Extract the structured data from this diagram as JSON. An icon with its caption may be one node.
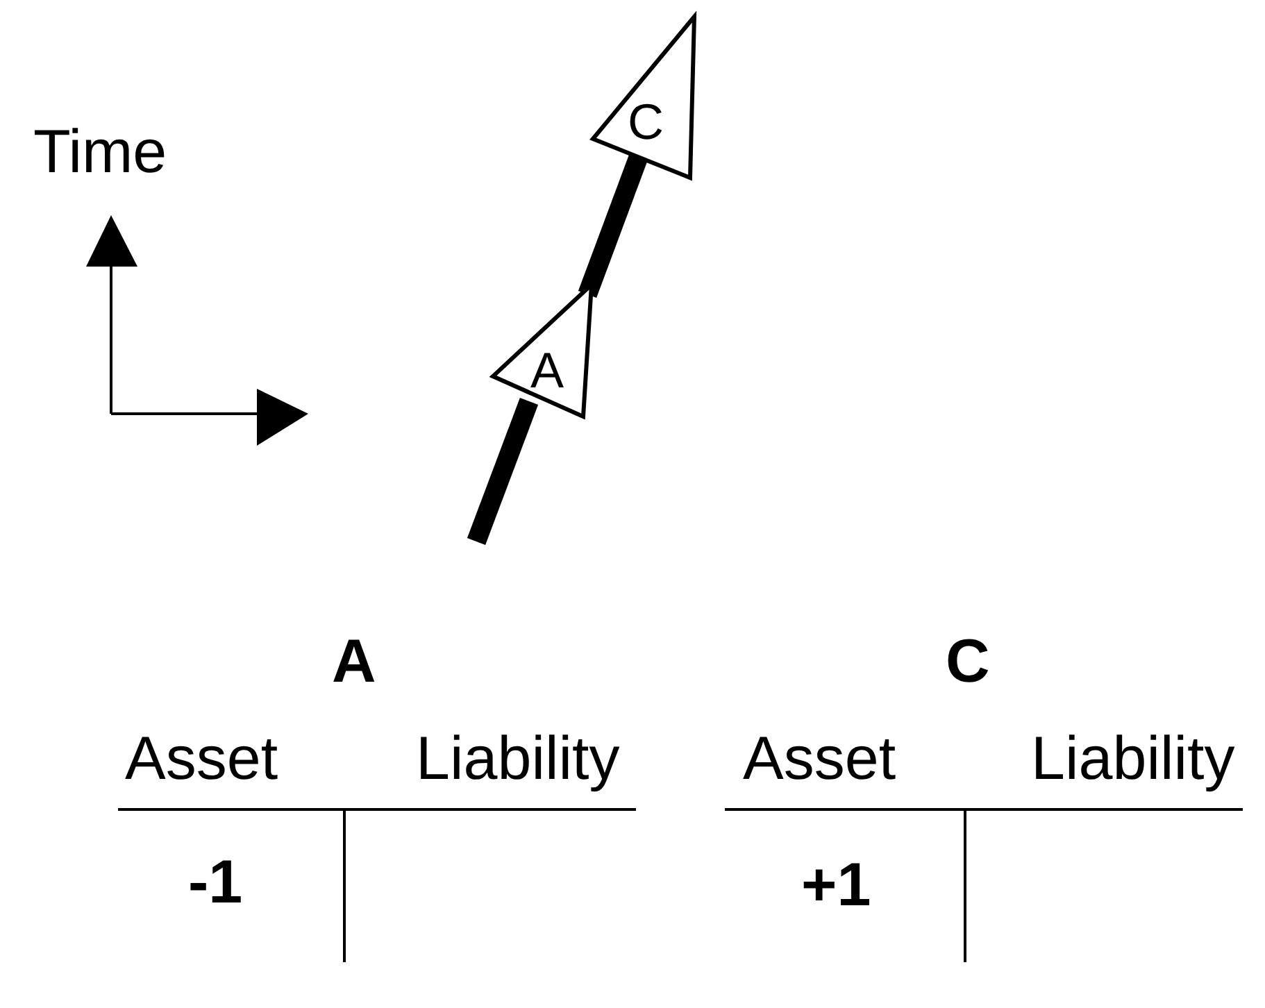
{
  "diagram": {
    "nodes": [
      {
        "text": [
          "A"
        ]
      },
      {
        "text": [
          "C"
        ]
      }
    ],
    "edges": [
      {
        "from": null,
        "to": 0,
        "arrow": "none"
      },
      {
        "from": 0,
        "to": 1,
        "arrow": "none"
      }
    ],
    "labels": [
      "Time",
      "A",
      "Asset",
      "Liability",
      "-1",
      "C",
      "Asset",
      "Liability",
      "+1"
    ]
  }
}
